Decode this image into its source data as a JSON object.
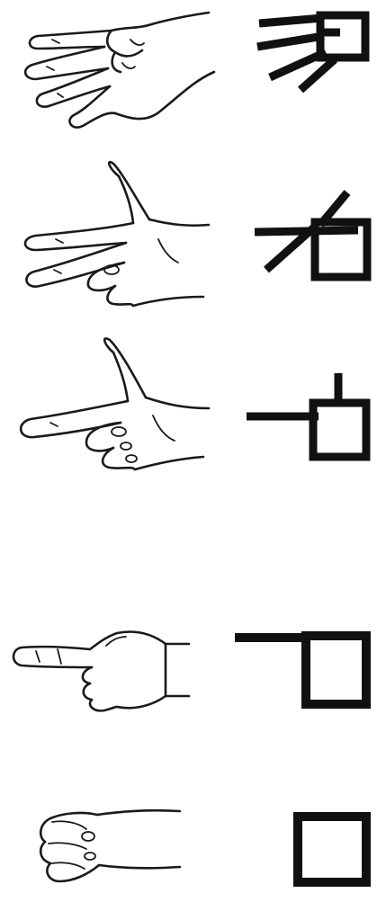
{
  "figure": {
    "description_rows": [
      {
        "hand": "open-hand-five-fingers-icon",
        "glyph": "box-with-four-rays-glyph"
      },
      {
        "hand": "hand-three-fingers-icon",
        "glyph": "box-with-two-strokes-glyph"
      },
      {
        "hand": "hand-two-fingers-icon",
        "glyph": "box-with-cross-strokes-glyph"
      },
      {
        "hand": "pointing-hand-one-finger-icon",
        "glyph": "box-with-flag-stroke-glyph"
      },
      {
        "hand": "closed-fist-icon",
        "glyph": "plain-box-glyph"
      }
    ]
  }
}
